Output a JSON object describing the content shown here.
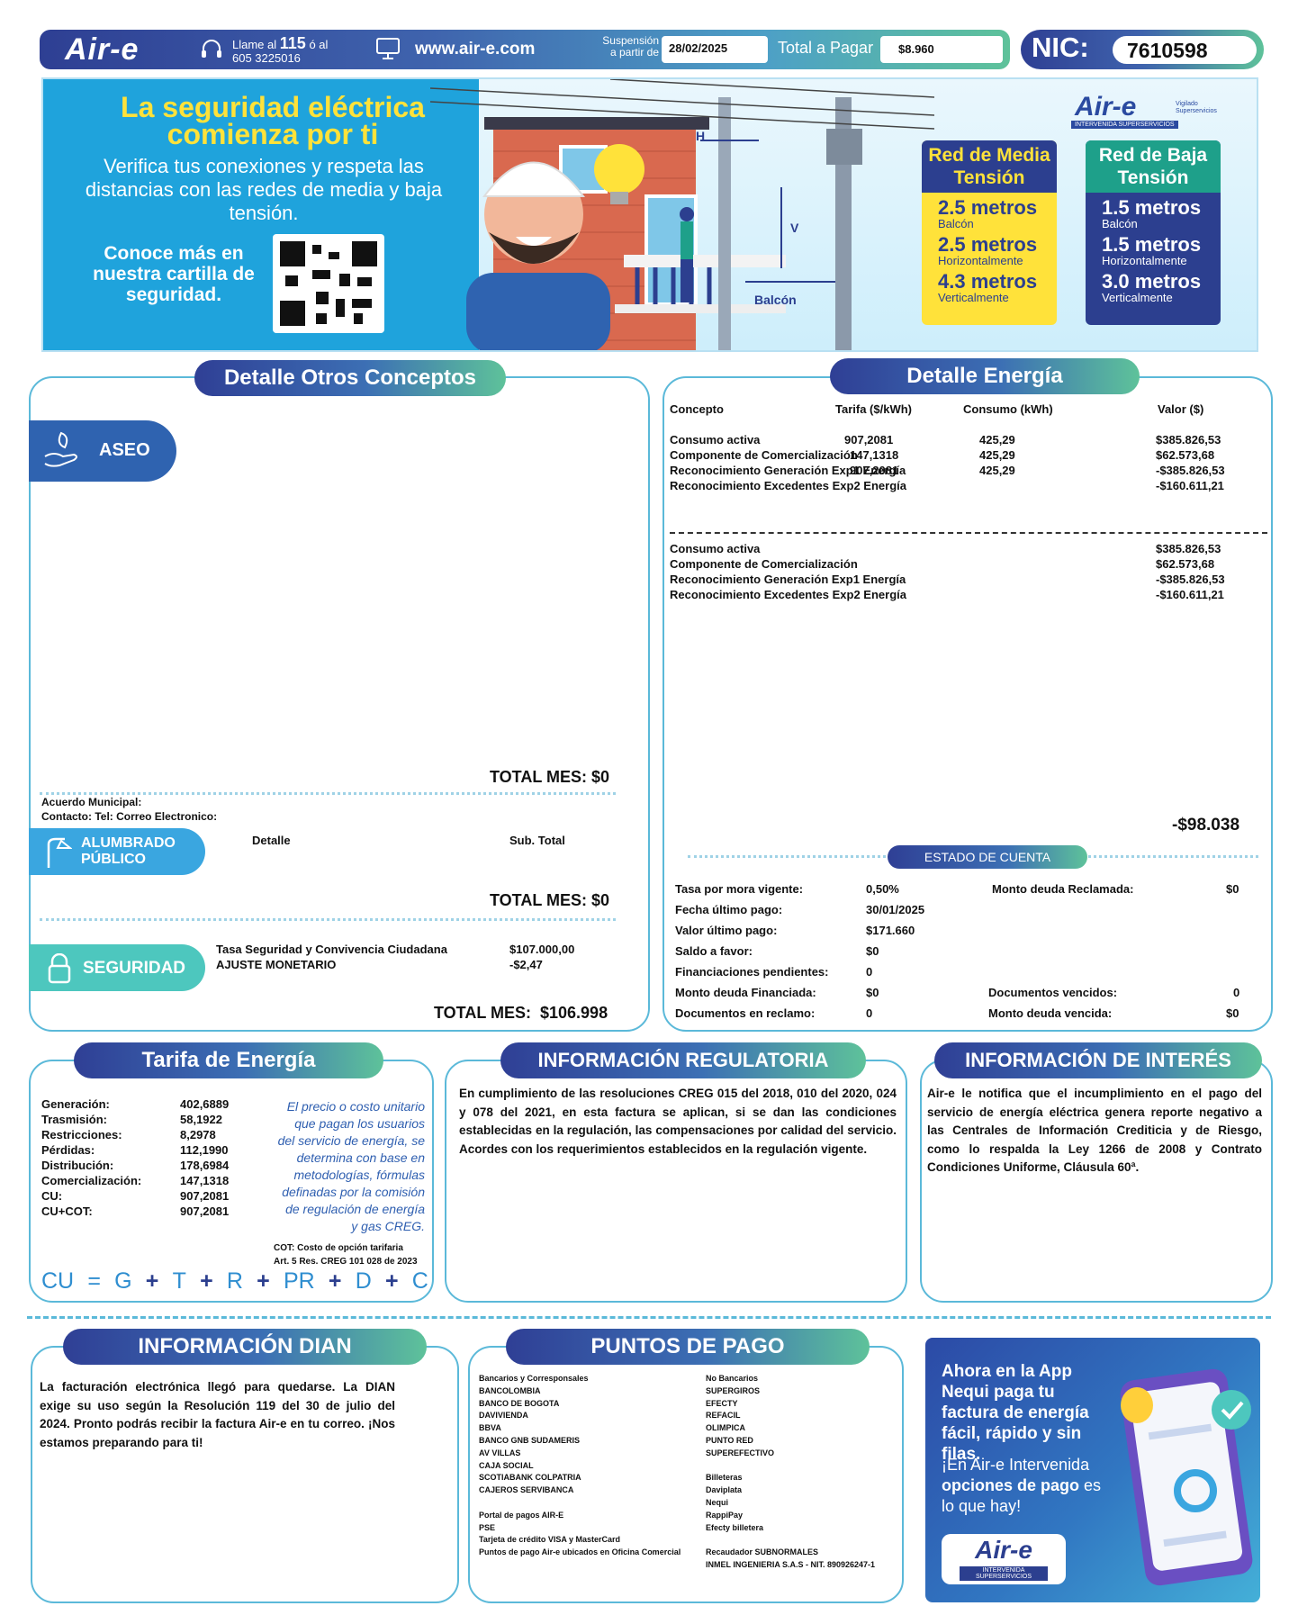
{
  "header": {
    "logo": "Air-e",
    "phone_prefix": "Llame al",
    "phone_short": "115",
    "phone_mid": "ó al",
    "phone_long": "605 3225016",
    "website": "www.air-e.com",
    "suspension_label_1": "Suspensión",
    "suspension_label_2": "a partir de",
    "suspension_date": "28/02/2025",
    "total_label": "Total a Pagar",
    "total_value": "$8.960",
    "nic_label": "NIC:",
    "nic_value": "7610598",
    "icons": [
      "headset-icon",
      "monitor-icon"
    ]
  },
  "banner": {
    "title": "La seguridad eléctrica comienza por ti",
    "text": "Verifica tus conexiones y respeta las distancias con las redes de media y baja tensión.",
    "conoce": "Conoce más en nuestra cartilla de seguridad.",
    "logo": "Air-e",
    "logo_sub": "INTERVENIDA SUPERSERVICIOS",
    "vigilado": "Vigilado Superservicios",
    "label_h": "H",
    "label_v": "V",
    "label_balcon": "Balcón",
    "media": {
      "title": "Red de Media Tensión",
      "rows": [
        {
          "value": "2.5 metros",
          "label": "Balcón"
        },
        {
          "value": "2.5 metros",
          "label": "Horizontalmente"
        },
        {
          "value": "4.3 metros",
          "label": "Verticalmente"
        }
      ]
    },
    "baja": {
      "title": "Red de Baja Tensión",
      "rows": [
        {
          "value": "1.5 metros",
          "label": "Balcón"
        },
        {
          "value": "1.5 metros",
          "label": "Horizontalmente"
        },
        {
          "value": "3.0 metros",
          "label": "Verticalmente"
        }
      ]
    }
  },
  "otros": {
    "title": "Detalle Otros Conceptos",
    "aseo_label": "ASEO",
    "aseo_total": "TOTAL MES: $0",
    "acuerdo": "Acuerdo Municipal:",
    "contacto": "Contacto:  Tel:  Correo Electronico:",
    "alumbrado_label_1": "ALUMBRADO",
    "alumbrado_label_2": "PÚBLICO",
    "col_detalle": "Detalle",
    "col_subtotal": "Sub. Total",
    "alumbrado_total": "TOTAL MES: $0",
    "seguridad_label": "SEGURIDAD",
    "seguridad_items": [
      {
        "name": "Tasa Seguridad y Convivencia Ciudadana",
        "value": "$107.000,00"
      },
      {
        "name": "AJUSTE MONETARIO",
        "value": "-$2,47"
      }
    ],
    "seguridad_total": "TOTAL MES:  $106.998"
  },
  "energia": {
    "title": "Detalle Energía",
    "headers": {
      "concepto": "Concepto",
      "tarifa": "Tarifa ($/kWh)",
      "consumo": "Consumo (kWh)",
      "valor": "Valor ($)"
    },
    "rows": [
      {
        "concepto": "Consumo activa",
        "tarifa": "907,2081",
        "consumo": "425,29",
        "valor": "$385.826,53"
      },
      {
        "concepto": "Componente de Comercialización",
        "tarifa": "147,1318",
        "consumo": "425,29",
        "valor": "$62.573,68"
      },
      {
        "concepto": "Reconocimiento Generación Exp1 Energía",
        "tarifa": "907,2081",
        "consumo": "425,29",
        "valor": "-$385.826,53"
      },
      {
        "concepto": "Reconocimiento Excedentes Exp2 Energía",
        "tarifa": "",
        "consumo": "",
        "valor": "-$160.611,21"
      }
    ],
    "summary": [
      {
        "concepto": "Consumo activa",
        "valor": "$385.826,53"
      },
      {
        "concepto": "Componente de Comercialización",
        "valor": "$62.573,68"
      },
      {
        "concepto": "Reconocimiento Generación Exp1 Energía",
        "valor": "-$385.826,53"
      },
      {
        "concepto": "Reconocimiento Excedentes Exp2 Energía",
        "valor": "-$160.611,21"
      }
    ],
    "total": "-$98.038",
    "estado_title": "ESTADO DE CUENTA",
    "estado_left": [
      {
        "label": "Tasa por mora vigente:",
        "value": "0,50%"
      },
      {
        "label": "Fecha último pago:",
        "value": "30/01/2025"
      },
      {
        "label": "Valor último pago:",
        "value": "$171.660"
      },
      {
        "label": "Saldo a favor:",
        "value": "$0"
      },
      {
        "label": "Financiaciones pendientes:",
        "value": "0"
      },
      {
        "label": "Monto deuda Financiada:",
        "value": "$0"
      },
      {
        "label": "Documentos en reclamo:",
        "value": "0"
      }
    ],
    "estado_right": [
      {
        "label": "Monto deuda Reclamada:",
        "value": "$0"
      },
      {
        "label": "Documentos vencidos:",
        "value": "0"
      },
      {
        "label": "Monto deuda vencida:",
        "value": "$0"
      }
    ]
  },
  "tarifa": {
    "title": "Tarifa de Energía",
    "rows": [
      {
        "label": "Generación:",
        "value": "402,6889"
      },
      {
        "label": "Trasmisión:",
        "value": "58,1922"
      },
      {
        "label": "Restricciones:",
        "value": "8,2978"
      },
      {
        "label": "Pérdidas:",
        "value": "112,1990"
      },
      {
        "label": "Distribución:",
        "value": "178,6984"
      },
      {
        "label": "Comercialización:",
        "value": "147,1318"
      },
      {
        "label": "CU:",
        "value": "907,2081"
      },
      {
        "label": "CU+COT:",
        "value": "907,2081"
      }
    ],
    "note": "El precio o costo unitario que pagan los usuarios del servicio de energía, se determina con base en metodologías, fórmulas definadas por la comisión de regulación de energía y gas CREG.",
    "cot_1": "COT: Costo de opción tarifaria",
    "cot_2": "Art. 5 Res. CREG 101 028 de 2023",
    "formula": [
      "CU",
      "=",
      "G",
      "+",
      "T",
      "+",
      "R",
      "+",
      "PR",
      "+",
      "D",
      "+",
      "C"
    ]
  },
  "regulatoria": {
    "title": "INFORMACIÓN REGULATORIA",
    "text": "En cumplimiento de las resoluciones CREG 015 del 2018, 010 del 2020, 024 y 078 del 2021, en esta factura se aplican, si se dan las condiciones establecidas en la regulación, las compensaciones por calidad del servicio. Acordes con los requerimientos establecidos en la regulación vigente."
  },
  "interes": {
    "title": "INFORMACIÓN DE INTERÉS",
    "text": "Air-e le notifica que el incumplimiento en el pago del servicio de energía eléctrica genera reporte negativo a las Centrales de Información Crediticia y de Riesgo, como lo respalda la Ley 1266 de 2008 y Contrato Condiciones Uniforme, Cláusula 60ª."
  },
  "dian": {
    "title": "INFORMACIÓN DIAN",
    "text": "La facturación electrónica llegó para quedarse. La DIAN exige su uso según la Resolución 119 del 30 de julio del 2024. Pronto podrás recibir la factura Air-e en tu correo. ¡Nos estamos preparando para ti!"
  },
  "puntos": {
    "title": "PUNTOS DE PAGO",
    "left": [
      "Bancarios y Corresponsales",
      "BANCOLOMBIA",
      "BANCO DE BOGOTA",
      "DAVIVIENDA",
      "BBVA",
      "BANCO GNB SUDAMERIS",
      "AV VILLAS",
      "CAJA SOCIAL",
      "SCOTIABANK COLPATRIA",
      "CAJEROS SERVIBANCA",
      "",
      "Portal de pagos AIR-E",
      "PSE",
      "Tarjeta de crédito VISA y MasterCard",
      "Puntos de pago Air-e ubicados en Oficina Comercial"
    ],
    "right": [
      "No Bancarios",
      "SUPERGIROS",
      "EFECTY",
      "REFACIL",
      "OLIMPICA",
      "PUNTO RED",
      "SUPEREFECTIVO",
      "",
      "Billeteras",
      "Daviplata",
      "Nequi",
      "RappiPay",
      "Efecty billetera",
      "",
      "Recaudador SUBNORMALES",
      "INMEL INGENIERIA S.A.S - NIT. 890926247-1"
    ]
  },
  "nequi": {
    "line1": "Ahora en la App Nequi paga tu factura de energía fácil, rápido y sin filas.",
    "line2_a": "¡En Air-e Intervenida",
    "line2_b": "opciones de pago",
    "line2_c": "es lo que hay!",
    "logo": "Air-e",
    "logo_sub": "INTERVENIDA SUPERSERVICIOS"
  }
}
